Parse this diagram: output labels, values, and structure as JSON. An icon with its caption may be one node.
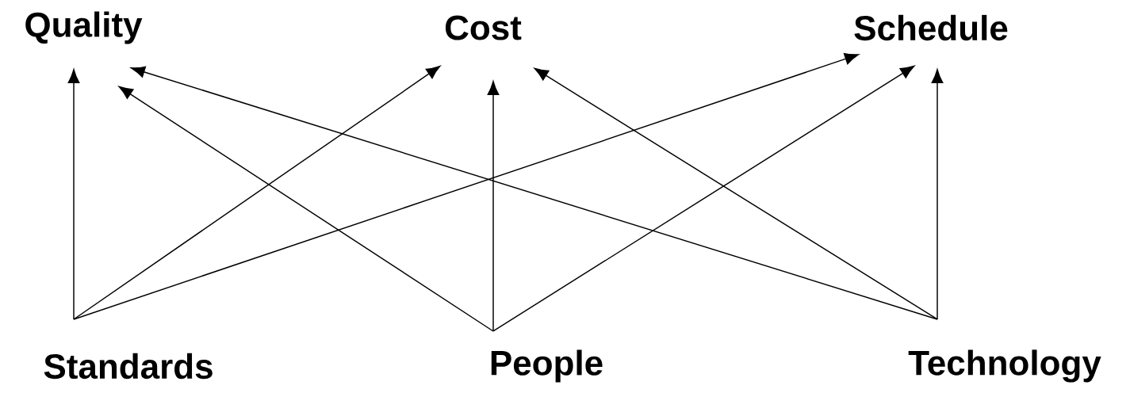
{
  "diagram": {
    "nodes": [
      {
        "text": [
          "Quality"
        ]
      },
      {
        "text": [
          "Cost"
        ]
      },
      {
        "text": [
          "Schedule"
        ]
      },
      {
        "text": [
          "Standards"
        ]
      },
      {
        "text": [
          "People"
        ]
      },
      {
        "text": [
          "Technology"
        ]
      }
    ],
    "edges": [
      {
        "from": 3,
        "to": 0,
        "arrow": "to"
      },
      {
        "from": 3,
        "to": 1,
        "arrow": "to"
      },
      {
        "from": 3,
        "to": 2,
        "arrow": "to"
      },
      {
        "from": 4,
        "to": 0,
        "arrow": "to"
      },
      {
        "from": 4,
        "to": 1,
        "arrow": "to"
      },
      {
        "from": 4,
        "to": 2,
        "arrow": "to"
      },
      {
        "from": 5,
        "to": 0,
        "arrow": "to"
      },
      {
        "from": 5,
        "to": 1,
        "arrow": "to"
      },
      {
        "from": 5,
        "to": 2,
        "arrow": "to"
      }
    ]
  }
}
